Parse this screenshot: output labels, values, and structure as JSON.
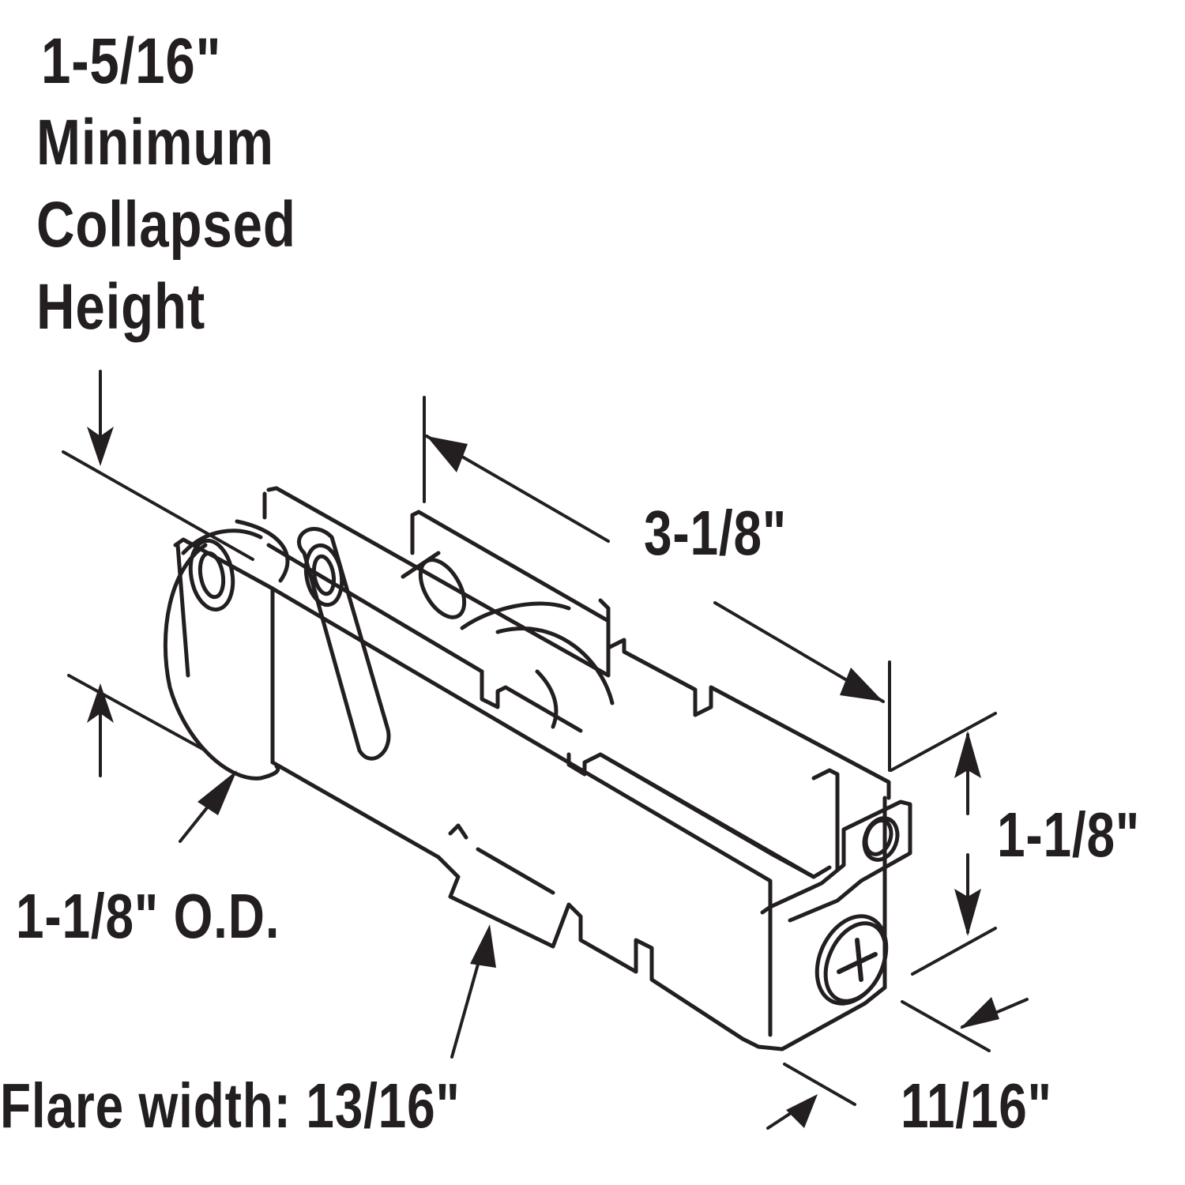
{
  "diagram": {
    "subject": "sliding door roller assembly",
    "ink_color": "#231f20",
    "background_color": "#ffffff",
    "labels": {
      "collapsed_height": {
        "value": "1-5/16\"",
        "line2": "Minimum",
        "line3": "Collapsed",
        "line4": "Height"
      },
      "length": "3-1/8\"",
      "height": "1-1/8\"",
      "wheel_od": "1-1/8\" O.D.",
      "flare_width": "Flare width: 13/16\"",
      "width": "11/16\""
    },
    "parts": [
      "housing",
      "wheel-front",
      "wheel-rear",
      "adjustment-screw",
      "mounting-tab",
      "flare-tab"
    ]
  }
}
